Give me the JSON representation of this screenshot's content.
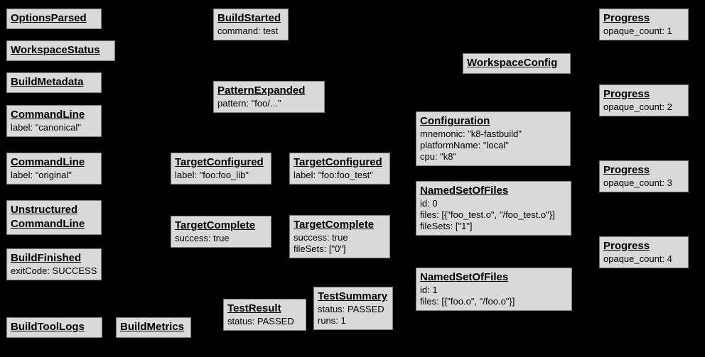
{
  "diagram": {
    "description": "Build event protocol event graph on black background",
    "colors": {
      "background": "#000000",
      "box_fill": "#d9d9d9",
      "box_border": "#7d7d7d",
      "text": "#000000"
    },
    "boxes": [
      {
        "title": "OptionsParsed",
        "lines": []
      },
      {
        "title": "WorkspaceStatus",
        "lines": []
      },
      {
        "title": "BuildMetadata",
        "lines": []
      },
      {
        "title": "CommandLine",
        "lines": [
          "label: \"canonical\""
        ]
      },
      {
        "title": "CommandLine",
        "lines": [
          "label: \"original\""
        ]
      },
      {
        "title": "Unstructured CommandLine",
        "lines": []
      },
      {
        "title": "BuildFinished",
        "lines": [
          "exitCode: SUCCESS"
        ]
      },
      {
        "title": "BuildToolLogs",
        "lines": []
      },
      {
        "title": "BuildMetrics",
        "lines": []
      },
      {
        "title": "BuildStarted",
        "lines": [
          "command: test"
        ]
      },
      {
        "title": "PatternExpanded",
        "lines": [
          "pattern: \"foo/...\""
        ]
      },
      {
        "title": "TargetConfigured",
        "lines": [
          "label: \"foo:foo_lib\""
        ]
      },
      {
        "title": "TargetConfigured",
        "lines": [
          "label: \"foo:foo_test\""
        ]
      },
      {
        "title": "TargetComplete",
        "lines": [
          "success: true"
        ]
      },
      {
        "title": "TargetComplete",
        "lines": [
          "success: true",
          "fileSets: [\"0\"]"
        ]
      },
      {
        "title": "TestResult",
        "lines": [
          "status: PASSED"
        ]
      },
      {
        "title": "TestSummary",
        "lines": [
          "status: PASSED",
          "runs: 1"
        ]
      },
      {
        "title": "WorkspaceConfig",
        "lines": []
      },
      {
        "title": "Configuration",
        "lines": [
          "mnemonic: \"k8-fastbuild\"",
          "platformName: \"local\"",
          "cpu: \"k8\""
        ]
      },
      {
        "title": "NamedSetOfFiles",
        "lines": [
          "id: 0",
          "files: [{\"foo_test.o\", \"/foo_test.o\"}]",
          "fileSets: [\"1\"]"
        ]
      },
      {
        "title": "NamedSetOfFiles",
        "lines": [
          "id: 1",
          "files: [{\"foo.o\", \"/foo.o\"}]"
        ]
      },
      {
        "title": "Progress",
        "lines": [
          "opaque_count: 1"
        ]
      },
      {
        "title": "Progress",
        "lines": [
          "opaque_count: 2"
        ]
      },
      {
        "title": "Progress",
        "lines": [
          "opaque_count: 3"
        ]
      },
      {
        "title": "Progress",
        "lines": [
          "opaque_count: 4"
        ]
      }
    ]
  }
}
